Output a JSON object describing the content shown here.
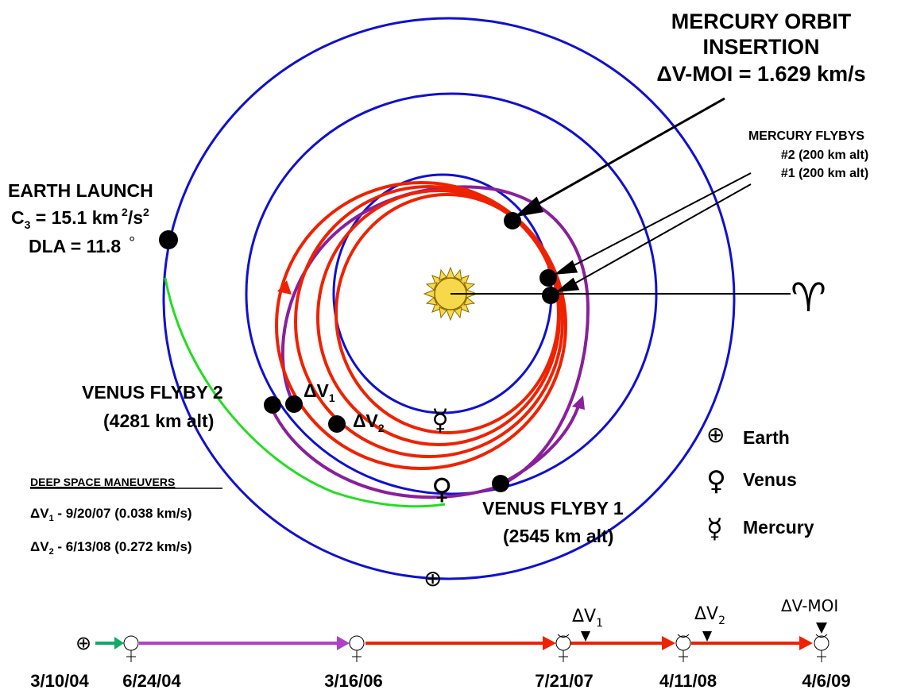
{
  "labels": {
    "moi_line1": "MERCURY ORBIT",
    "moi_line2": "INSERTION",
    "moi_line3": "ΔV-MOI = 1.629 km/s",
    "mf_title": "MERCURY FLYBYS",
    "mf_2": "#2 (200 km alt)",
    "mf_1": "#1 (200 km alt)",
    "earth_launch": "EARTH LAUNCH",
    "c3_prefix": "C",
    "c3_sub": "3",
    "c3_value": " = 15.1 km",
    "c3_unit_sup": "2",
    "c3_unit_mid": "/s",
    "c3_unit_sup2": "2",
    "dla": "DLA = 11.8",
    "degree": "°",
    "venus_flyby2_line1": "VENUS FLYBY 2",
    "venus_flyby2_line2": "(4281 km alt)",
    "venus_flyby1_line1": "VENUS FLYBY 1",
    "venus_flyby1_line2": "(2545 km alt)",
    "dv_delta": "ΔV",
    "dv1_sub": "1",
    "dv2_sub": "2",
    "aries": "♈",
    "dsm_title": "DEEP SPACE MANEUVERS",
    "dsm1_date": " - 9/20/07 (0.038 km/s)",
    "dsm2_date": " - 6/13/08 (0.272 km/s)"
  },
  "legend": {
    "earth": "Earth",
    "venus": "Venus",
    "mercury": "Mercury",
    "earth_symbol": "⊕",
    "venus_symbol": "♀",
    "mercury_symbol": "☿"
  },
  "timeline": {
    "dates": [
      "3/10/04",
      "6/24/04",
      "3/16/06",
      "7/21/07",
      "4/11/08",
      "4/6/09"
    ],
    "markers": {
      "dv1_delta": "ΔV",
      "dv1_sub": "1",
      "dv2_delta": "ΔV",
      "dv2_sub": "2",
      "moi": "ΔV-MOI"
    }
  },
  "colors": {
    "planet_orbit": "#1010d0",
    "earth_to_venus": "#22dd22",
    "venus_to_venus": "#8a1f9a",
    "post_venus": "#ee2200",
    "timeline_launch": "#11aa66",
    "sun": "#f6d84a"
  }
}
